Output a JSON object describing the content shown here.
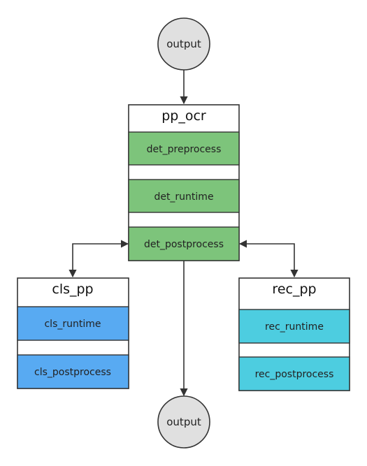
{
  "diagram": {
    "top_output": {
      "label": "output"
    },
    "bottom_output": {
      "label": "output"
    },
    "pp_ocr": {
      "title": "pp_ocr",
      "stages": [
        "det_preprocess",
        "det_runtime",
        "det_postprocess"
      ]
    },
    "cls_pp": {
      "title": "cls_pp",
      "stages": [
        "cls_runtime",
        "cls_postprocess"
      ]
    },
    "rec_pp": {
      "title": "rec_pp",
      "stages": [
        "rec_runtime",
        "rec_postprocess"
      ]
    },
    "colors": {
      "det_stage": "#7dc47b",
      "cls_stage": "#58aaf2",
      "rec_stage": "#4dcde0",
      "terminal": "#e0e0e0",
      "stroke": "#333333"
    }
  }
}
